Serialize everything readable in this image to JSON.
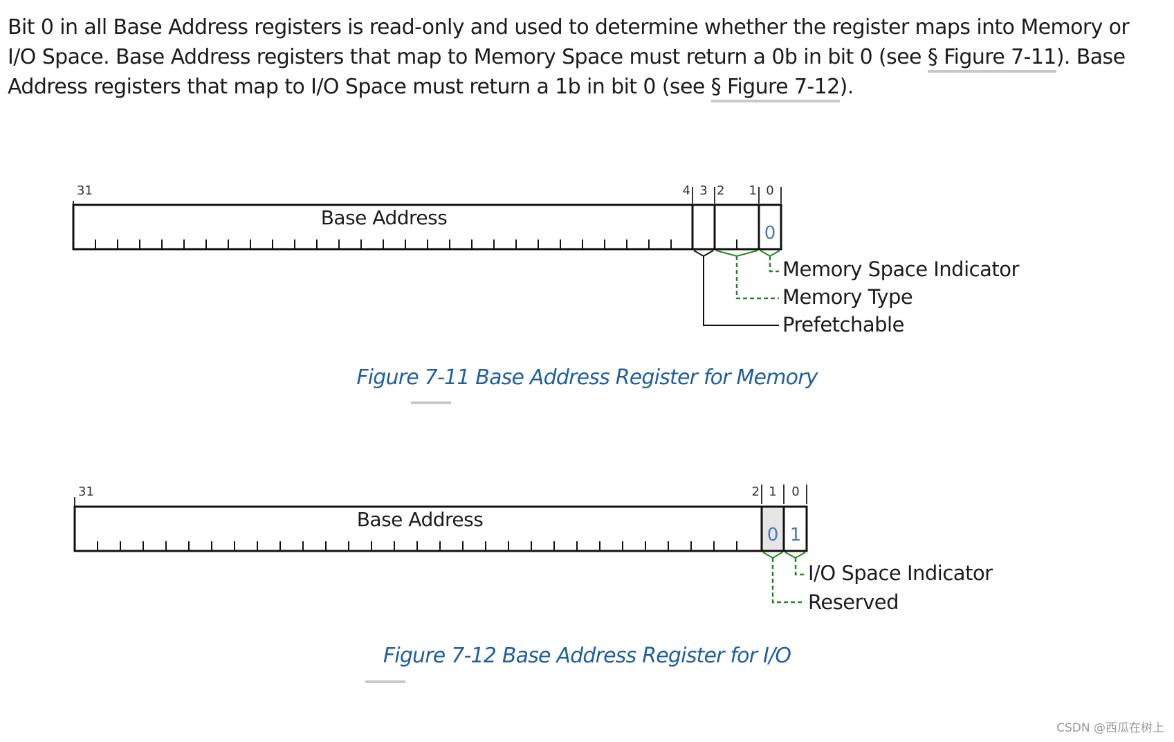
{
  "intro": {
    "part1": "Bit 0 in all Base Address registers is read-only and used to determine whether the register maps into Memory or I/O Space. Base Address registers that map to Memory Space must return a 0b in bit 0 (see ",
    "link1": "§ Figure 7-11",
    "part2": "). Base Address registers that map to I/O Space must return a 1b in bit 0 (see ",
    "link2": "§ Figure 7-12",
    "part3": ")."
  },
  "figure_memory": {
    "bit_labels": [
      "31",
      "4",
      "3",
      "2",
      "1",
      "0"
    ],
    "field_label": "Base Address",
    "bit0_value": "0",
    "legend": [
      "Memory Space Indicator",
      "Memory Type",
      "Prefetchable"
    ],
    "caption": "Figure 7-11 Base Address Register for Memory"
  },
  "figure_io": {
    "bit_labels": [
      "31",
      "2",
      "1",
      "0"
    ],
    "field_label": "Base Address",
    "bit1_value": "0",
    "bit0_value": "1",
    "legend": [
      "I/O Space Indicator",
      "Reserved"
    ],
    "caption": "Figure 7-12 Base Address Register for I/O"
  },
  "colors": {
    "bracket_green": "#1e8a1e",
    "caption_blue": "#1f5f9e",
    "reserved_fill": "#e6e6e6"
  },
  "watermark": "CSDN @西瓜在树上"
}
